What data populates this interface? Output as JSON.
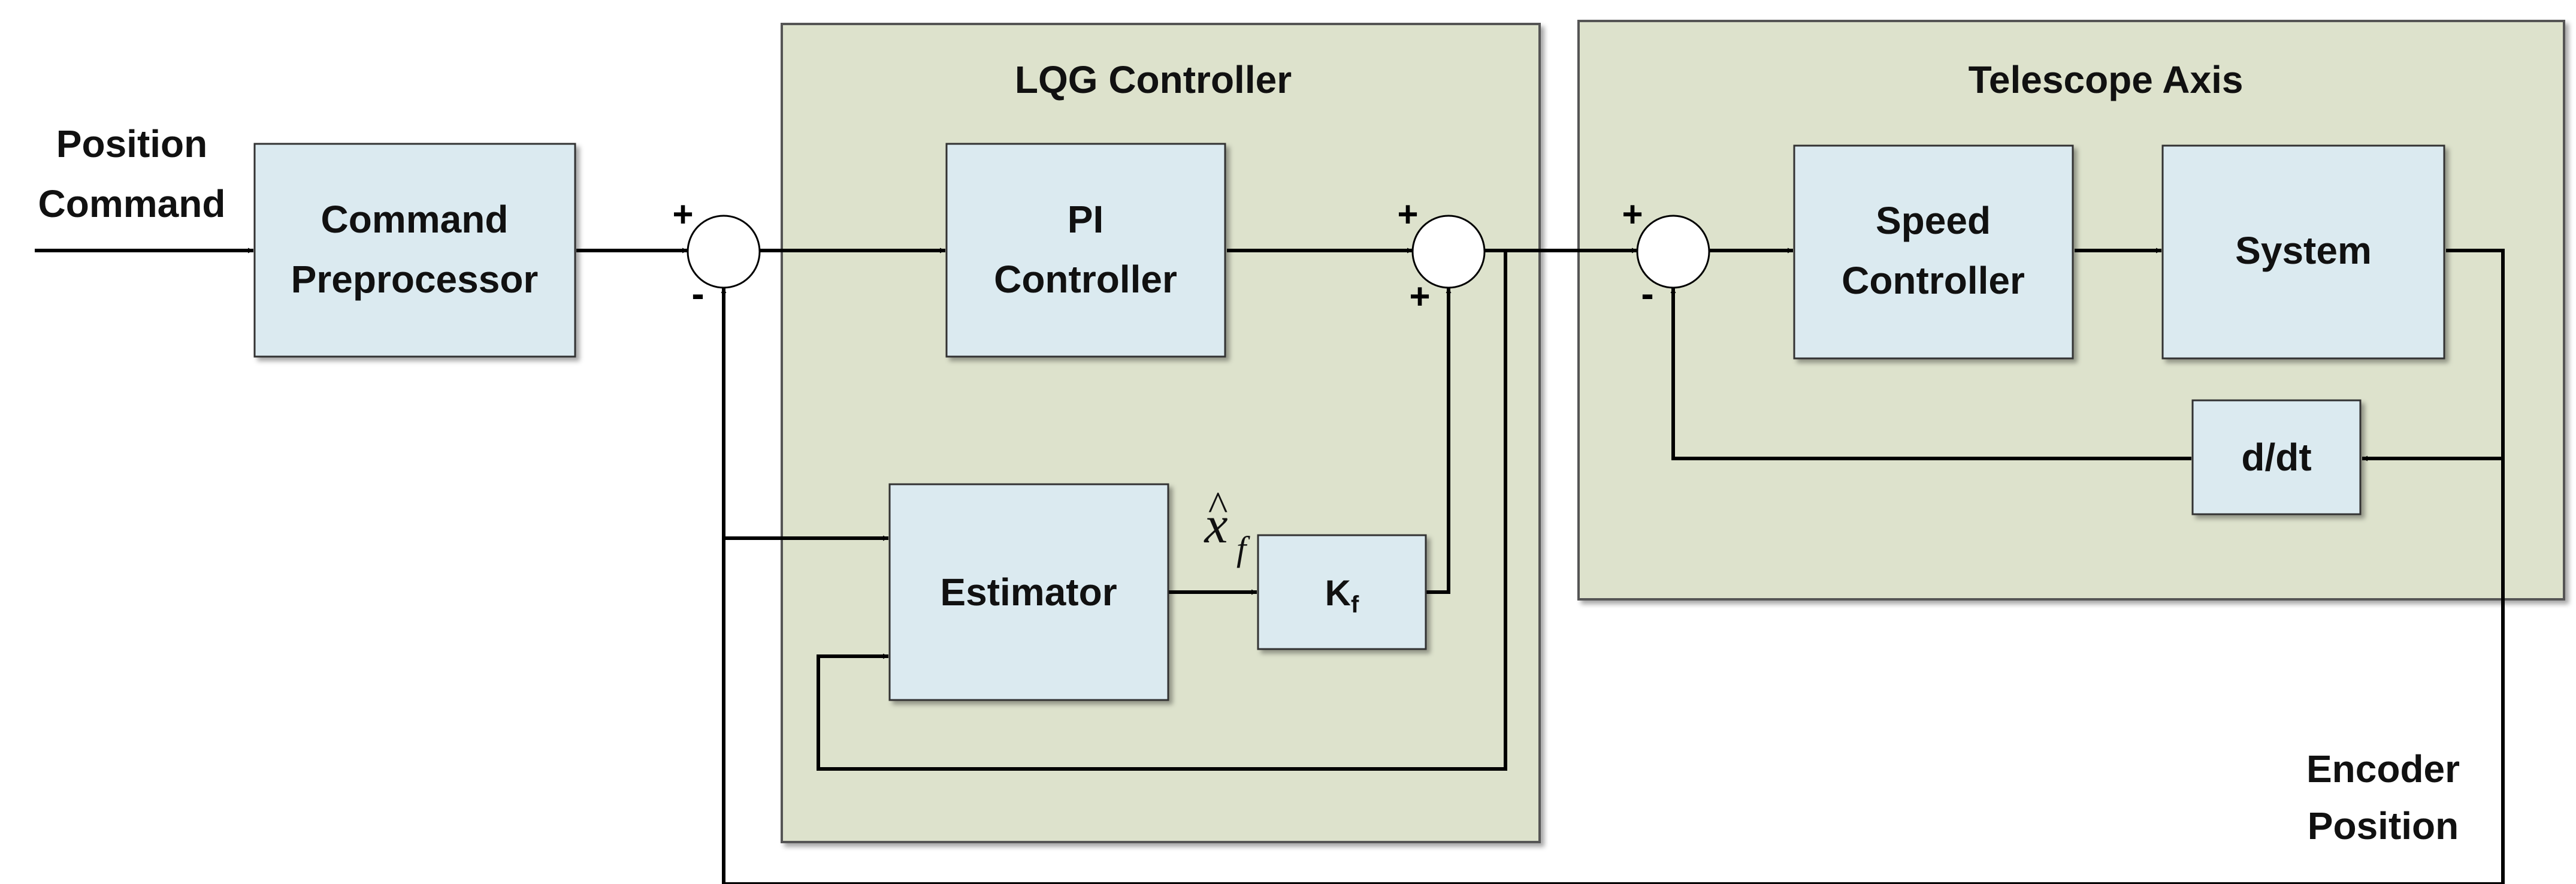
{
  "colors": {
    "group_fill": "#dde2cc",
    "group_stroke": "#555555",
    "block_fill": "#dbeaf0",
    "block_stroke": "#333333",
    "wire": "#000000"
  },
  "groups": {
    "lqg": {
      "title": "LQG Controller"
    },
    "axis": {
      "title": "Telescope Axis"
    }
  },
  "blocks": {
    "cmd_pre": {
      "line1": "Command",
      "line2": "Preprocessor"
    },
    "pi": {
      "line1": "PI",
      "line2": "Controller"
    },
    "estimator": {
      "label": "Estimator"
    },
    "kf": {
      "main": "K",
      "sub": "f"
    },
    "speed": {
      "line1": "Speed",
      "line2": "Controller"
    },
    "system": {
      "label": "System"
    },
    "ddt": {
      "label": "d/dt"
    }
  },
  "signals": {
    "input": {
      "line1": "Position",
      "line2": "Command"
    },
    "output": {
      "line1": "Encoder",
      "line2": "Position"
    },
    "estimate": {
      "symbol": "x",
      "hat": "^",
      "subscript": "f"
    }
  },
  "junction_signs": {
    "sum1": {
      "top": "+",
      "bottom": "-"
    },
    "sum2": {
      "top": "+",
      "bottom": "+"
    },
    "sum3": {
      "top": "+",
      "bottom": "-"
    }
  }
}
